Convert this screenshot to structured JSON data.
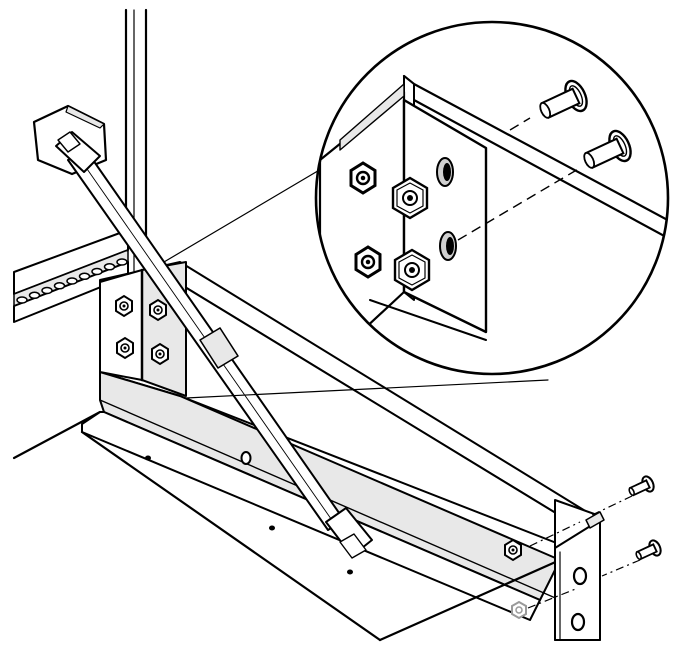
{
  "diagram": {
    "style": "monochrome line-art assembly illustration",
    "colors": {
      "stroke": "#000000",
      "background": "#ffffff",
      "shade": "#e8e8e8",
      "shade_dark": "#d0d0d0",
      "loose_part": "#9a9a9a"
    },
    "parts": [
      {
        "name": "vertical-panel-post"
      },
      {
        "name": "perforated-rail"
      },
      {
        "name": "base-frame"
      },
      {
        "name": "corner-bracket"
      },
      {
        "name": "diagonal-brace-rod"
      },
      {
        "name": "hex-nut",
        "count_visible": 6
      },
      {
        "name": "carriage-bolt",
        "count_visible": 4
      },
      {
        "name": "magnified-detail-view"
      }
    ]
  }
}
